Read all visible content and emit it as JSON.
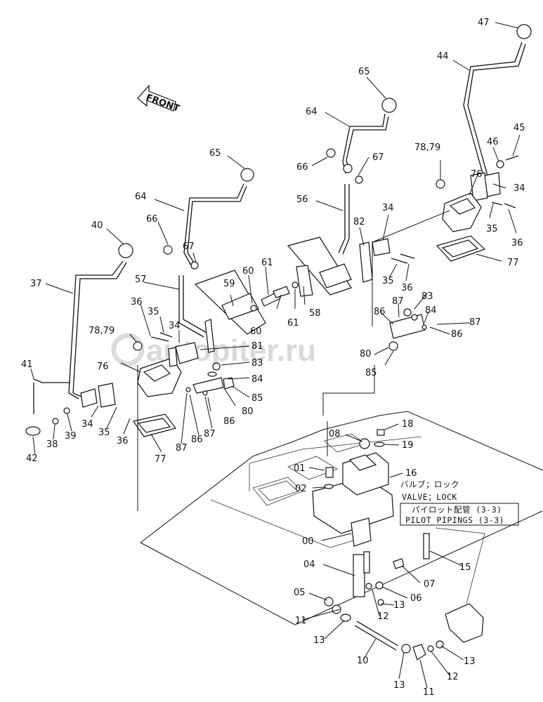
{
  "title": "",
  "front_label": "FRONT",
  "watermark": "autopiter.ru",
  "notes": {
    "valve_jp": "バルブ；ロック",
    "valve_en": "VALVE；LOCK",
    "pilot_jp": "パイロット配管 (3-3)",
    "pilot_en": "PILOT PIPINGS (3-3)"
  },
  "callouts": [
    "47",
    "44",
    "65",
    "64",
    "66",
    "67",
    "45",
    "46",
    "34",
    "35",
    "36",
    "76",
    "78,79",
    "77",
    "56",
    "82",
    "34",
    "35",
    "36",
    "83",
    "87",
    "84",
    "87",
    "86",
    "86",
    "80",
    "85",
    "65",
    "64",
    "66",
    "67",
    "40",
    "37",
    "57",
    "59",
    "60",
    "61",
    "61",
    "60",
    "58",
    "36",
    "35",
    "34",
    "78,79",
    "81",
    "83",
    "84",
    "85",
    "86",
    "80",
    "87",
    "86",
    "87",
    "76",
    "41",
    "42",
    "38",
    "39",
    "34",
    "35",
    "36",
    "77",
    "18",
    "19",
    "08",
    "16",
    "01",
    "02",
    "00",
    "04",
    "15",
    "07",
    "06",
    "05",
    "13",
    "12",
    "11",
    "13",
    "10",
    "13",
    "11",
    "12",
    "13"
  ]
}
